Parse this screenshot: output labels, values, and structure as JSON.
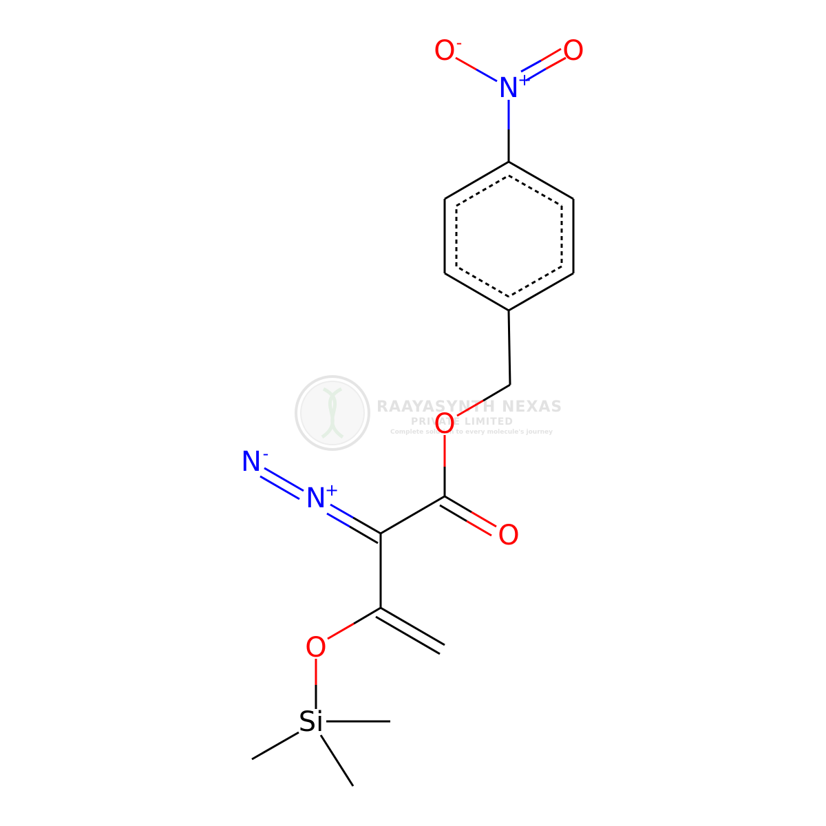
{
  "colors": {
    "bond": "#000000",
    "oxygen": "#ff0000",
    "nitrogen": "#0000ff",
    "silicon": "#000000",
    "watermark": "#c8c8c8"
  },
  "atoms": {
    "o_nitro_minus": "O",
    "o_nitro_minus_charge": "-",
    "n_nitro": "N",
    "n_nitro_charge": "+",
    "o_nitro_double": "O",
    "o_ester": "O",
    "o_carbonyl": "O",
    "n_diazo_terminal": "N",
    "n_diazo_terminal_charge": "-",
    "n_diazo_inner": "N",
    "n_diazo_inner_charge": "+",
    "o_silyl_ether": "O",
    "si": "Si"
  },
  "watermark": {
    "name": "RAAYASYNTH NEXAS",
    "subtitle": "PRIVATE LIMITED",
    "tagline": "Complete solution to every molecule's journey"
  }
}
